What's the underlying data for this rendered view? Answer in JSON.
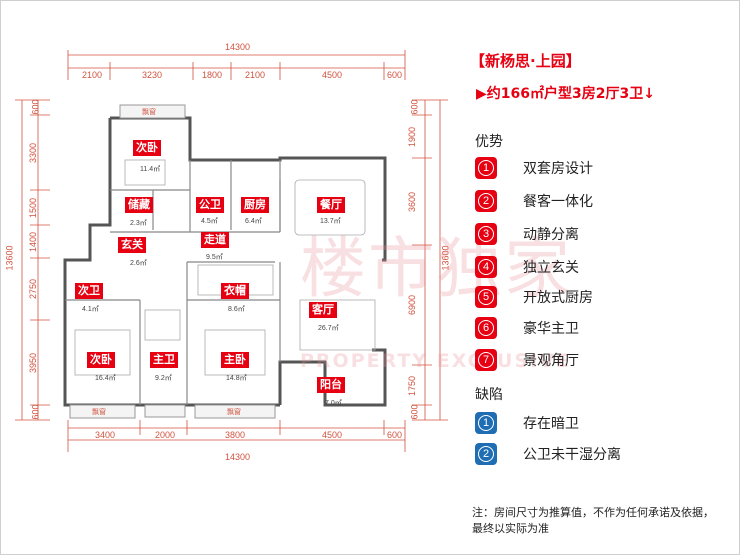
{
  "plan": {
    "total_width": "14300",
    "total_height": "13600",
    "top_dims": [
      "2100",
      "3230",
      "1800",
      "2100",
      "4500",
      "600"
    ],
    "bottom_dims": [
      "3400",
      "2000",
      "3800",
      "4500",
      "600"
    ],
    "left_dims": [
      "600",
      "3300",
      "1500",
      "1400",
      "2750",
      "3950",
      "600"
    ],
    "right_dims": [
      "600",
      "1900",
      "3600",
      "6900",
      "1750",
      "600"
    ],
    "rooms": [
      {
        "name": "次卧",
        "area": "11.4㎡"
      },
      {
        "name": "储藏",
        "area": "2.3㎡"
      },
      {
        "name": "公卫",
        "area": "4.5㎡"
      },
      {
        "name": "厨房",
        "area": "6.4㎡"
      },
      {
        "name": "餐厅",
        "area": "13.7㎡"
      },
      {
        "name": "走道",
        "area": "9.5㎡"
      },
      {
        "name": "玄关",
        "area": "2.6㎡"
      },
      {
        "name": "次卫",
        "area": "4.1㎡"
      },
      {
        "name": "衣帽",
        "area": "8.6㎡"
      },
      {
        "name": "客厅",
        "area": "26.7㎡"
      },
      {
        "name": "次卧",
        "area": "16.4㎡"
      },
      {
        "name": "主卫",
        "area": "9.2㎡"
      },
      {
        "name": "主卧",
        "area": "14.8㎡"
      },
      {
        "name": "阳台",
        "area": "7.0㎡"
      }
    ],
    "window_label": "飘窗",
    "watermark_cn": "楼市独家",
    "watermark_en": "PROPERTY EXCLUSIVE"
  },
  "info": {
    "title": "【新杨思·上园】",
    "subtitle": "▶约166㎡户型3房2厅3卫↓",
    "pros_heading": "优势",
    "pros": [
      {
        "num": "1",
        "text": "双套房设计"
      },
      {
        "num": "2",
        "text": "餐客一体化"
      },
      {
        "num": "3",
        "text": "动静分离"
      },
      {
        "num": "4",
        "text": "独立玄关"
      },
      {
        "num": "5",
        "text": "开放式厨房"
      },
      {
        "num": "6",
        "text": "豪华主卫"
      },
      {
        "num": "7",
        "text": "景观角厅"
      }
    ],
    "cons_heading": "缺陷",
    "cons": [
      {
        "num": "1",
        "text": "存在暗卫"
      },
      {
        "num": "2",
        "text": "公卫未干湿分离"
      }
    ],
    "note": "注：房间尺寸为推算值，不作为任何承诺及依据，最终以实际为准",
    "colors": {
      "accent": "#e60012",
      "blue": "#1f6db3"
    }
  }
}
